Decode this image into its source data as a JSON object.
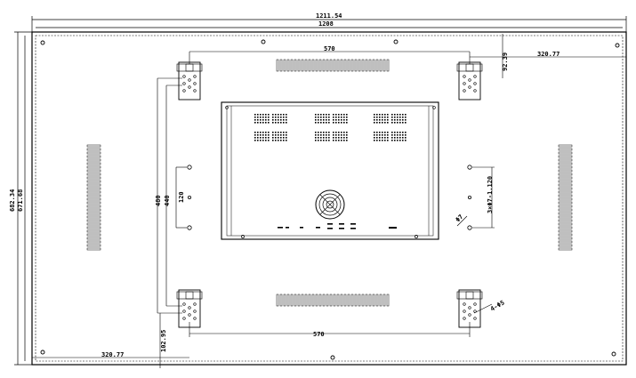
{
  "dimensions": {
    "overall_width": "1211.54",
    "inner_width": "1208",
    "overall_height": "682.34",
    "inner_height": "671.68",
    "top_hole_span": "570",
    "bottom_hole_span": "570",
    "right_offset": "320.77",
    "left_offset": "320.77",
    "top_vertical_offset": "92.39",
    "bottom_vertical_offset": "102.95",
    "left_span_outer": "480",
    "left_span_inner": "440",
    "left_span_small": "120",
    "right_holes_spec": "3×Φ7-1.120",
    "right_small_hole": "Φ7",
    "bottom_right_hole": "4-Φ5"
  },
  "colors": {
    "line": "#000000",
    "background": "#ffffff"
  }
}
